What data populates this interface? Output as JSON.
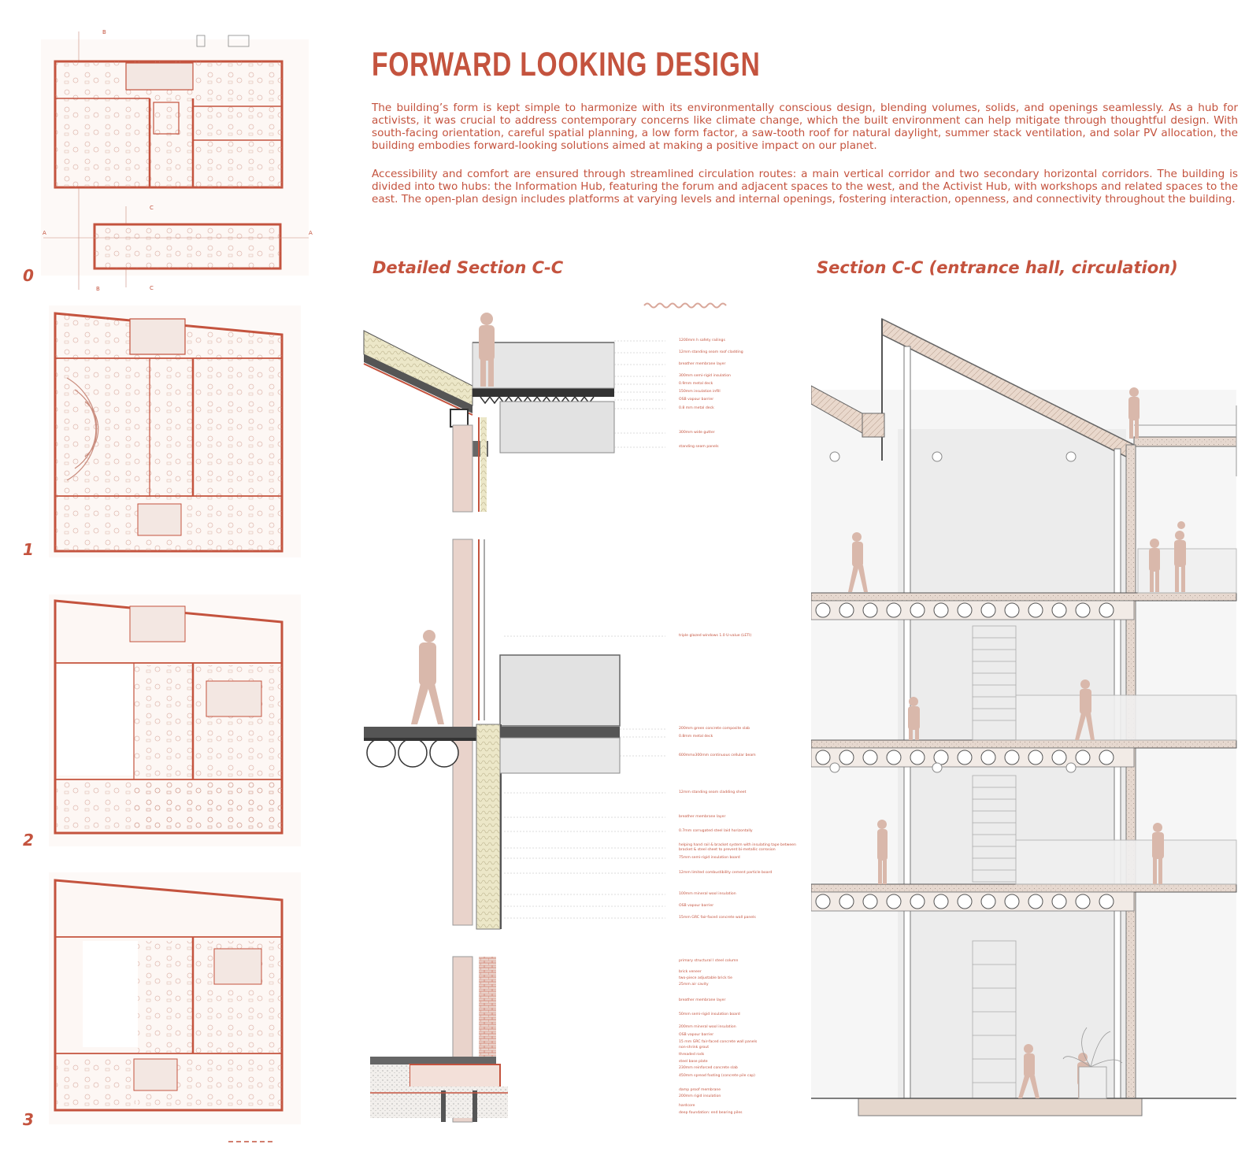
{
  "title": "FORWARD LOOKING DESIGN",
  "paragraphs": [
    "The building’s form is kept simple to harmonize with its environmentally conscious design, blending volumes, solids, and openings seamlessly. As a hub for activists, it was crucial to address contemporary concerns like climate change, which the built environment can help mitigate through thoughtful design. With south-facing orientation, careful spatial planning, a low form factor, a saw-tooth roof for natural daylight, summer stack ventilation, and solar PV allocation, the building embodies forward-looking solutions aimed at making a positive impact on our planet.",
    "Accessibility and comfort are ensured through streamlined circulation routes: a main vertical corridor and two secondary horizontal corridors. The building is divided into two hubs: the Information Hub, featuring the forum and adjacent spaces to the west, and the Activist Hub, with workshops and related spaces to the east. The open-plan design includes platforms at varying levels and internal openings, fostering interaction, openness, and connectivity throughout the building."
  ],
  "sections": {
    "detailed": "Detailed Section C-C",
    "entrance": "Section C-C (entrance hall, circulation)"
  },
  "floors": [
    "0",
    "1",
    "2",
    "3"
  ],
  "plan_marks": {
    "b": "B",
    "c": "C",
    "a": "A"
  },
  "callouts_roof": [
    "1200mm h safety railings",
    "12mm standing seam roof cladding",
    "breather membrane layer",
    "300mm semi-rigid insulation",
    "0.9mm metal deck",
    "150mm insulation infill",
    "OSB vapour barrier",
    "0.8 mm metal deck",
    "300mm wide gutter",
    "standing seam panels"
  ],
  "callouts_wall": [
    "triple glazed windows 1.0 U-value (LETI)",
    "200mm green concrete composite slab",
    "0.8mm metal deck",
    "600mmx300mm continuous cellular beam",
    "12mm standing seam cladding sheet",
    "breather membrane layer",
    "0.7mm corrugated steel laid horizontally",
    "helping hand rail & bracket system with insulating tape between bracket & steel sheet to prevent bi-metallic corrosion",
    "75mm semi-rigid insulation board",
    "12mm limited combustibility cement particle board",
    "100mm mineral wool insulation",
    "OSB vapour barrier",
    "15mm GRC fair-faced concrete wall panels"
  ],
  "callouts_base": [
    "primary structural I steel column",
    "brick veneer",
    "two-piece adjustable brick tie",
    "25mm air cavity",
    "breather membrane layer",
    "50mm semi-rigid insulation board",
    "200mm mineral wool insulation",
    "OSB vapour barrier",
    "15 mm GRC fair-faced concrete wall panels",
    "non-shrink grout",
    "threaded rods",
    "steel base plate",
    "230mm reinforced concrete slab",
    "450mm spread footing (concrete pile cap)",
    "damp proof membrane",
    "200mm rigid insulation",
    "hardcore",
    "deep foundation: end bearing piles"
  ],
  "colors": {
    "accent": "#c4533e",
    "figure": "#d9b8ab",
    "plan_bg": "#fdf9f7",
    "line": "#b8b8b8"
  }
}
